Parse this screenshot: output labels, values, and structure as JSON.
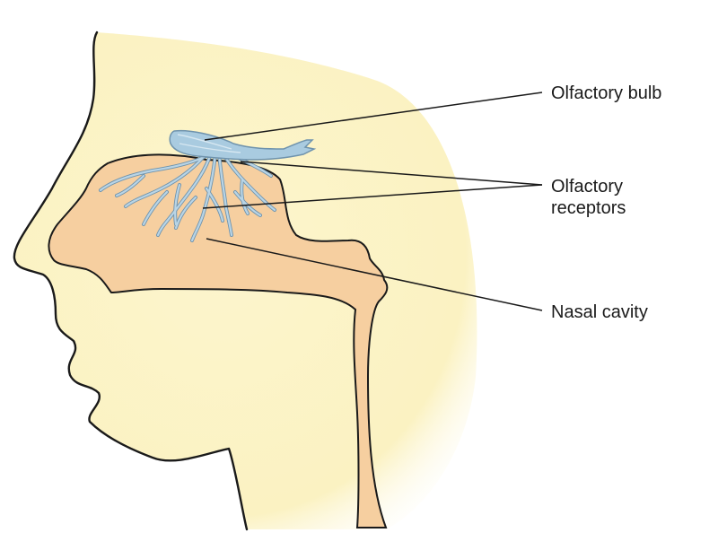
{
  "labels": {
    "olfactory_bulb": "Olfactory bulb",
    "olfactory_receptors_line1": "Olfactory",
    "olfactory_receptors_line2": "receptors",
    "nasal_cavity": "Nasal cavity"
  },
  "colors": {
    "skin": "#fbf3c6",
    "nasal_tissue": "#f6cfa0",
    "nerve": "#a9cbe0",
    "nerve_outline": "#6f93ad",
    "outline": "#1a1a1a",
    "leader_line": "#1a1a1a"
  }
}
